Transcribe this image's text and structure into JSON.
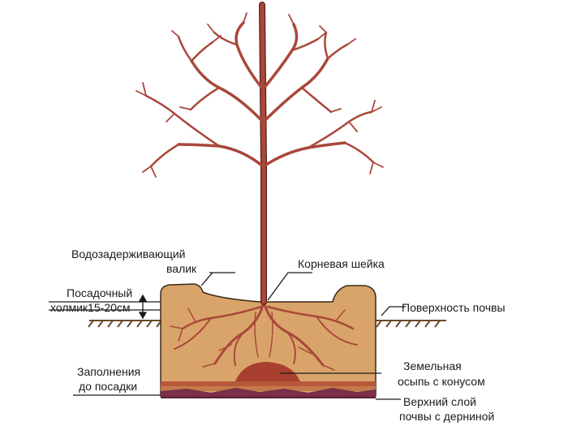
{
  "labels": {
    "water_roll": [
      "Водозадерживающий",
      "валик"
    ],
    "planting_mound": [
      "Посадочный",
      "холмик15-20см"
    ],
    "root_collar": "Корневая шейка",
    "soil_surface": "Поверхность почвы",
    "soil_cone": [
      "Земельная",
      "осыпь с конусом"
    ],
    "pre_planting_fill": [
      "Заполнения",
      "до посадки"
    ],
    "top_soil": [
      "Верхний слой",
      "почвы с дерниной"
    ]
  },
  "colors": {
    "tree": "#a9483a",
    "tree_outline": "#5a1d14",
    "pit_soil": "#d9a46a",
    "pit_outline": "#3a2a1a",
    "cone": "#a9402f",
    "fill_layer": "#b86a45",
    "sod_layer": "#7a2f4a",
    "ground_line": "#6b4a2a"
  },
  "icons": [
    "ground-hatch",
    "dimension-arrow-icon"
  ]
}
